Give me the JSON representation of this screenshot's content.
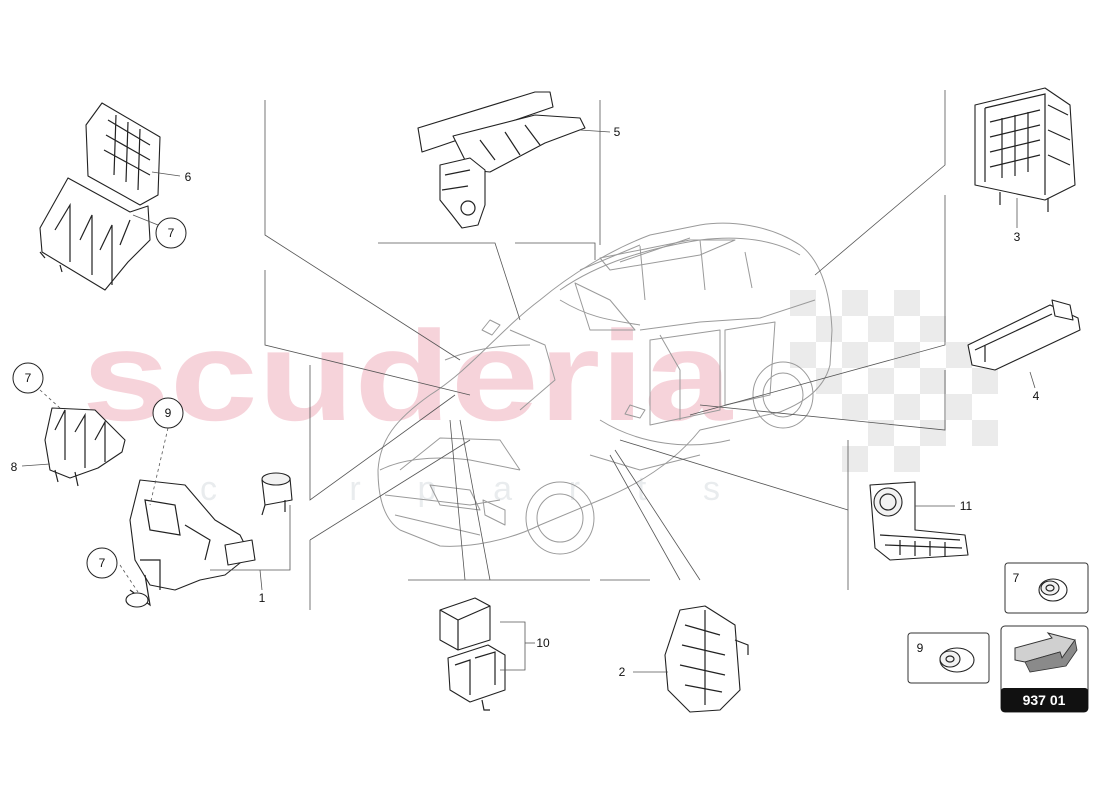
{
  "watermark": {
    "brand": "scuderia",
    "sub": "c a r   p a r t s"
  },
  "callouts": {
    "c1": "1",
    "c2": "2",
    "c3": "3",
    "c4": "4",
    "c5": "5",
    "c6": "6",
    "c7a": "7",
    "c7b": "7",
    "c7c": "7",
    "c7d": "7",
    "c8": "8",
    "c9a": "9",
    "c9b": "9",
    "c10": "10",
    "c11": "11"
  },
  "diagram_code": "937 01"
}
